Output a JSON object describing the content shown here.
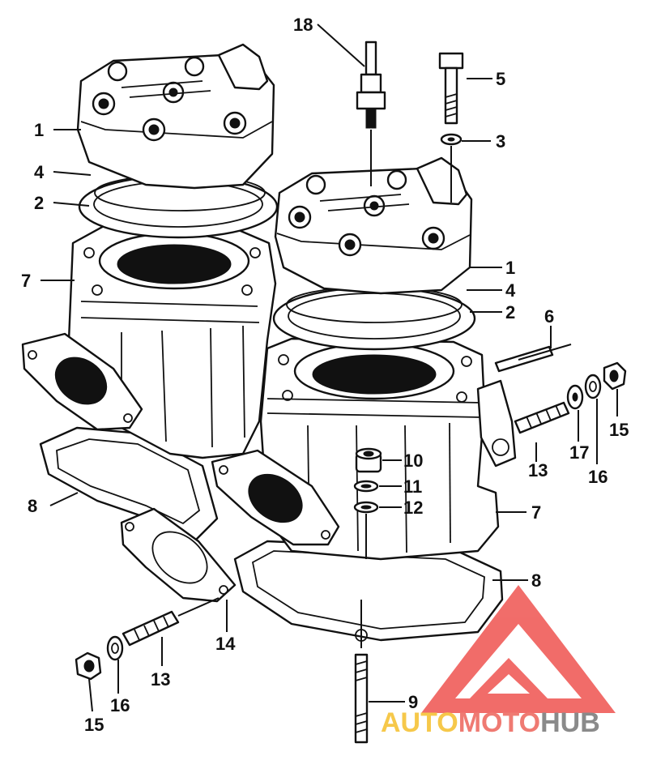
{
  "labels": {
    "l1a": "1",
    "l1b": "1",
    "l2a": "2",
    "l2b": "2",
    "l3": "3",
    "l4a": "4",
    "l4b": "4",
    "l5": "5",
    "l6": "6",
    "l7a": "7",
    "l7b": "7",
    "l8a": "8",
    "l8b": "8",
    "l9": "9",
    "l10": "10",
    "l11": "11",
    "l12": "12",
    "l13a": "13",
    "l13b": "13",
    "l14": "14",
    "l15a": "15",
    "l15b": "15",
    "l16a": "16",
    "l16b": "16",
    "l17": "17",
    "l18": "18"
  },
  "watermark": {
    "part1": "AUTO",
    "part2": "MOTO",
    "part3": "HUB",
    "colors": {
      "auto": "#f6c84a",
      "moto": "#ef7a72",
      "hub": "#8a8a8a",
      "logo": "#ef5350"
    }
  }
}
